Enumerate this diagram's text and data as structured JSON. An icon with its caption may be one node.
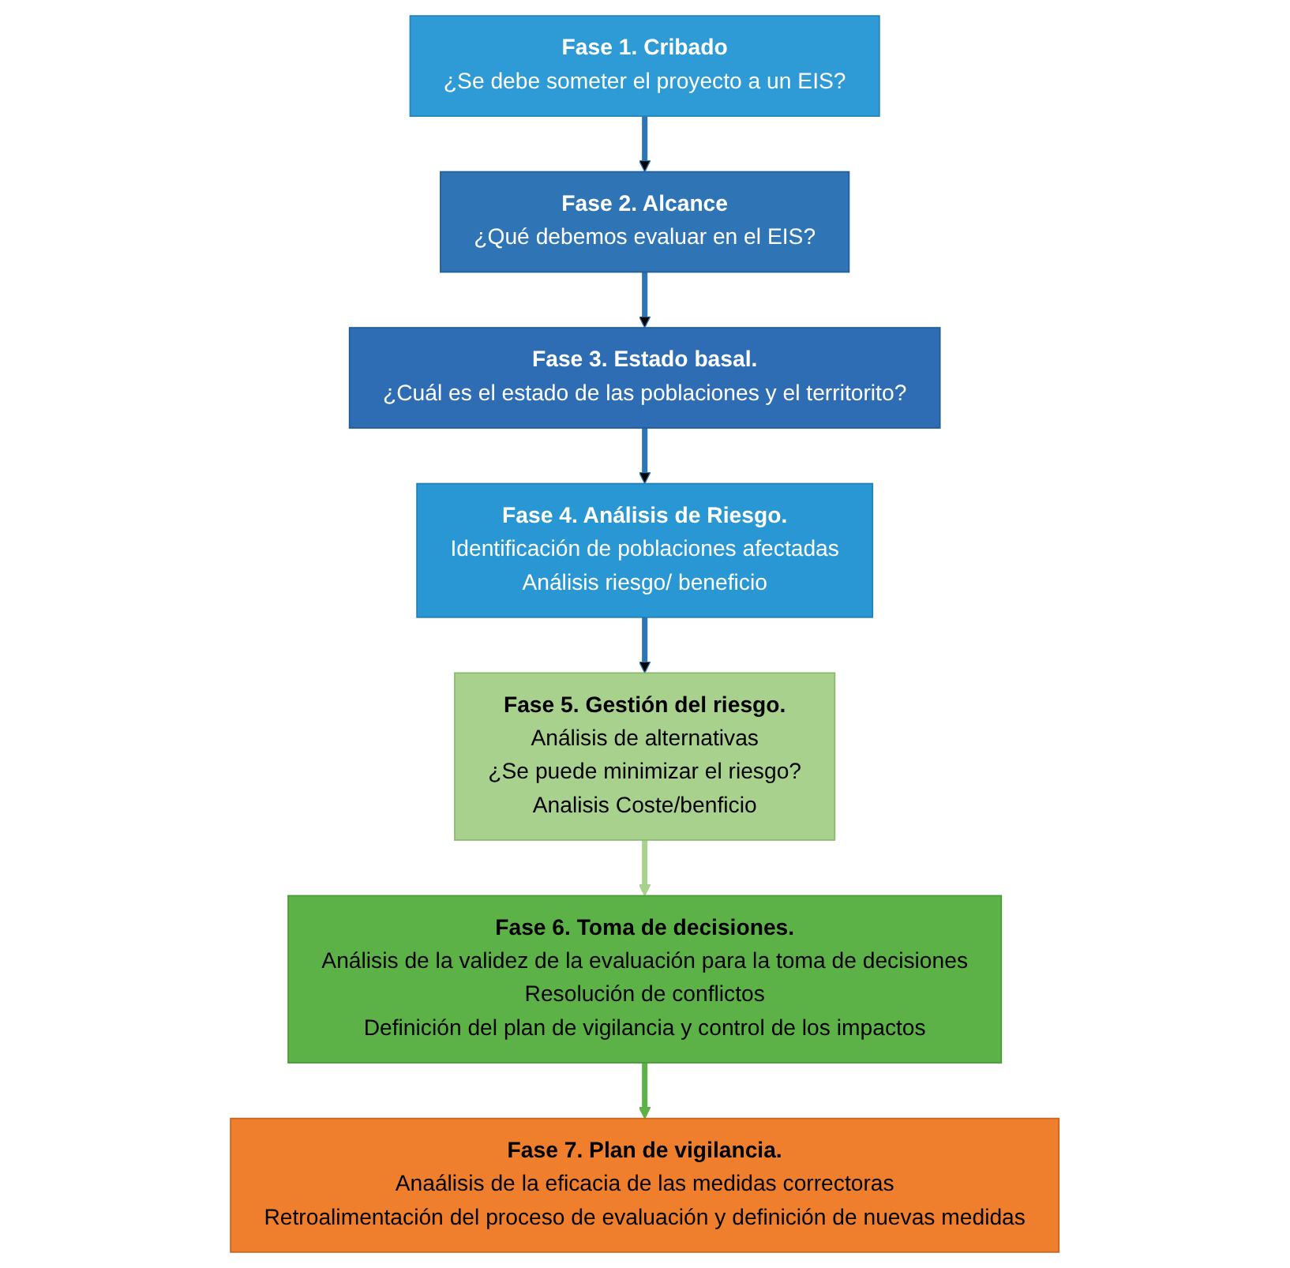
{
  "diagram": {
    "nodes": [
      {
        "text": [
          "Fase 1. Cribado",
          "¿Se debe someter el proyecto a un EIS?"
        ]
      },
      {
        "text": [
          "Fase 2. Alcance",
          "¿Qué debemos evaluar en el EIS?"
        ]
      },
      {
        "text": [
          "Fase 3. Estado basal.",
          "¿Cuál es el estado de las poblaciones y el territorito?"
        ]
      },
      {
        "text": [
          "Fase 4. Análisis de Riesgo.",
          "Identificación de poblaciones afectadas",
          "Análisis riesgo/ beneficio"
        ]
      },
      {
        "text": [
          "Fase 5. Gestión del riesgo.",
          "Análisis de alternativas",
          "¿Se puede  minimizar el riesgo?",
          "Analisis Coste/benficio"
        ]
      },
      {
        "text": [
          "Fase 6. Toma de decisiones.",
          "Análisis de la validez de la evaluación para la toma de decisiones",
          "Resolución de conflictos",
          "Definición del plan de vigilancia y control de los impactos"
        ]
      },
      {
        "text": [
          "Fase 7. Plan de vigilancia.",
          "Anaálisis de la eficacia de las medidas correctoras",
          "Retroalimentación del proceso de evaluación y definición de nuevas medidas"
        ]
      }
    ],
    "edges": [
      {
        "from": 0,
        "to": 1,
        "arrow": "to"
      },
      {
        "from": 1,
        "to": 2,
        "arrow": "to"
      },
      {
        "from": 2,
        "to": 3,
        "arrow": "to"
      },
      {
        "from": 3,
        "to": 4,
        "arrow": "to"
      },
      {
        "from": 4,
        "to": 5,
        "arrow": "to",
        "color": "#a9d18e"
      },
      {
        "from": 5,
        "to": 6,
        "arrow": "to",
        "color": "#5cb247"
      }
    ]
  }
}
